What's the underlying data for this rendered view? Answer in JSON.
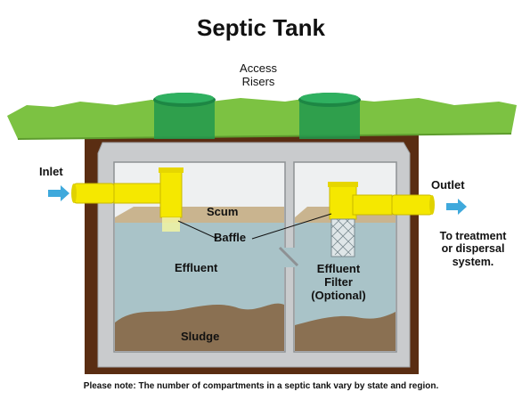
{
  "title": "Septic Tank",
  "labels": {
    "access_line1": "Access",
    "access_line2": "Risers",
    "inlet": "Inlet",
    "outlet": "Outlet",
    "dest_line1": "To treatment",
    "dest_line2": "or dispersal",
    "dest_line3": "system.",
    "scum": "Scum",
    "baffle": "Baffle",
    "effluent": "Effluent",
    "filter_line1": "Effluent",
    "filter_line2": "Filter",
    "filter_line3": "(Optional)",
    "sludge": "Sludge"
  },
  "note": "Please note: The number of compartments in a septic tank vary by state and region.",
  "colors": {
    "grass": "#7cc242",
    "soil": "#5a2d12",
    "tank_wall": "#c9cbcd",
    "water": "#a9c3c8",
    "scum": "#c9b48f",
    "sludge": "#8a7052",
    "pipe": "#f5e800",
    "riser": "#1f9a4f",
    "arrow": "#3fa9dc"
  }
}
